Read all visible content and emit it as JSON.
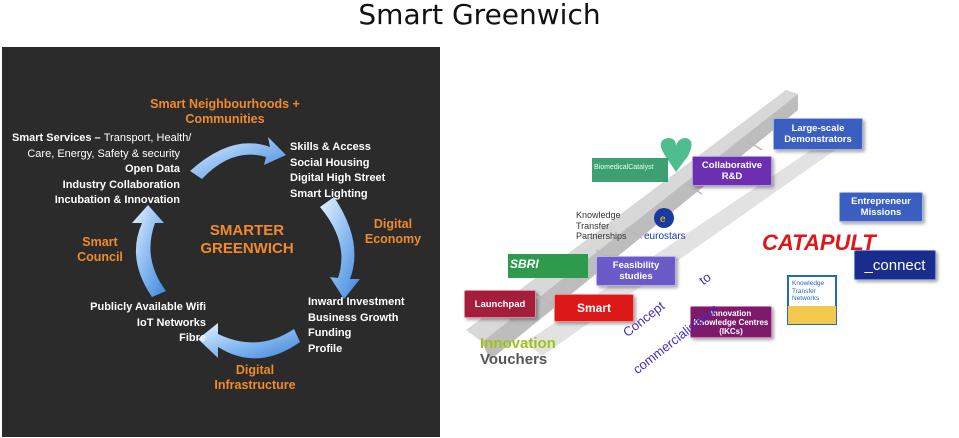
{
  "title": "Smart Greenwich",
  "left_diagram": {
    "center": [
      "SMARTER",
      "GREENWICH"
    ],
    "top_heading": [
      "Smart Neighbourhoods +",
      "Communities"
    ],
    "right_heading": [
      "Digital",
      "Economy"
    ],
    "bottom_heading": [
      "Digital",
      "Infrastructure"
    ],
    "left_heading": [
      "Smart",
      "Council"
    ],
    "top_left_lead": "Smart Services –",
    "top_left_lines": [
      "Transport, Health/",
      "Care, Energy, Safety & security",
      "Open Data",
      "Industry Collaboration",
      "Incubation & Innovation"
    ],
    "top_right_lines": [
      "Skills & Access",
      "Social Housing",
      "Digital High Street",
      "Smart Lighting"
    ],
    "bottom_right_lines": [
      "Inward Investment",
      "Business Growth",
      "Funding",
      "Profile"
    ],
    "bottom_left_lines": [
      "Publicly Available Wifi",
      "IoT Networks",
      "Fibre"
    ]
  },
  "right_diagram": {
    "boxes": {
      "large_scale": "Large-scale Demonstrators",
      "collaborative": "Collaborative R&D",
      "entrepreneur": "Entrepreneur Missions",
      "feasibility": "Feasibility studies",
      "launchpad": "Launchpad",
      "smart": "Smart",
      "ikcs": "Innovation Knowledge Centres (IKCs)"
    },
    "ktp": [
      "Knowledge",
      "Transfer",
      "Partnerships"
    ],
    "eurostars": "eurostars",
    "catapult": "CATAPULT",
    "connect": "_connect",
    "ktn": [
      "Knowledge",
      "Transfer",
      "Networks"
    ],
    "sbri": "SBRI",
    "biomedical": "BiomedicalCatalyst",
    "vouchers": [
      "Innovation",
      "Vouchers"
    ],
    "concept": [
      "Concept",
      "to",
      "commercialisation"
    ]
  },
  "colors": {
    "panel_bg": "#2b2b2b",
    "orange": "#f08a2c",
    "arrow_blue": "#6fa8ee",
    "box_blue": "#3b5fc0",
    "box_purple": "#6b2fb0",
    "catapult_red": "#dd1818",
    "connect_navy": "#1b2d8c",
    "sbri_green": "#2e9a4c",
    "vouchers_green": "#9ec21b"
  }
}
